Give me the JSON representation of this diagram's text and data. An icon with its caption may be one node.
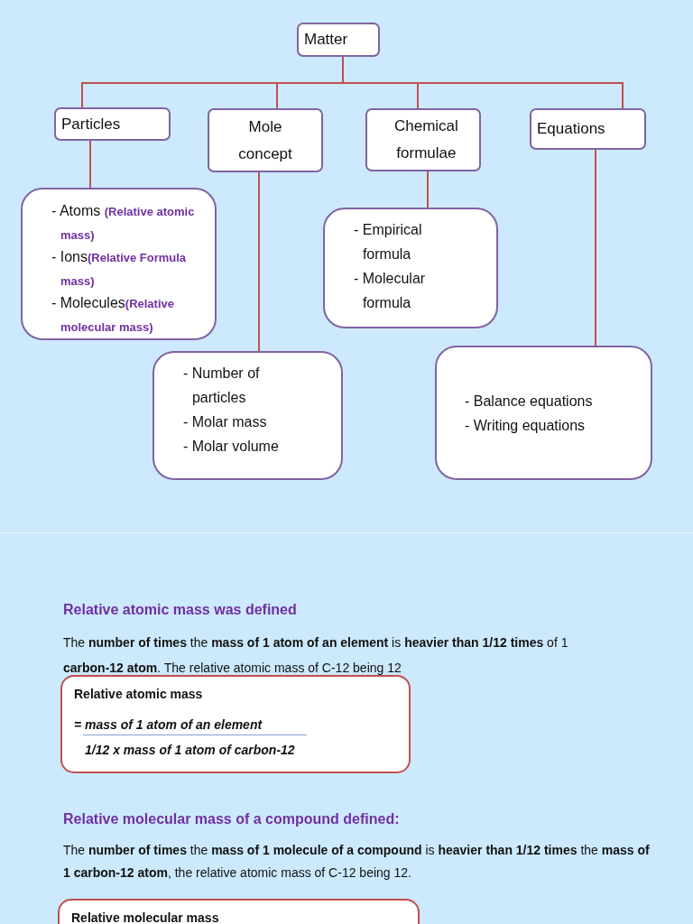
{
  "diagram": {
    "nodes": [
      {
        "text": [
          "Matter"
        ]
      },
      {
        "text": [
          "Particles"
        ]
      },
      {
        "text": [
          "Mole concept"
        ]
      },
      {
        "text": [
          "Chemical formulae"
        ]
      },
      {
        "text": [
          "Equations"
        ]
      },
      {
        "text": [
          "- Atoms **(Relative atomic mass)**",
          "- Ions**(Relative Formula mass)**",
          "- Molecules**(Relative molecular mass)**"
        ]
      },
      {
        "text": [
          "- Empirical formula",
          "- Molecular formula"
        ]
      },
      {
        "text": [
          "- Number of particles",
          "- Molar mass",
          "- Molar volume"
        ]
      },
      {
        "text": [
          "- Balance equations",
          "- Writing equations"
        ]
      },
      {
        "text": [
          "Relative atomic mass",
          "= mass of 1 atom of an element",
          "1/12 x mass of 1 atom of carbon-12"
        ]
      },
      {
        "text": [
          "Relative molecular mass"
        ]
      }
    ],
    "edges": [
      {
        "from": 0,
        "to": 1,
        "arrow": "none"
      },
      {
        "from": 0,
        "to": 2,
        "arrow": "none"
      },
      {
        "from": 0,
        "to": 3,
        "arrow": "none"
      },
      {
        "from": 0,
        "to": 4,
        "arrow": "none"
      },
      {
        "from": 1,
        "to": 5,
        "arrow": "none"
      },
      {
        "from": 2,
        "to": 7,
        "arrow": "none"
      },
      {
        "from": 3,
        "to": 6,
        "arrow": "none"
      },
      {
        "from": 4,
        "to": 8,
        "arrow": "none"
      }
    ],
    "labels": [
      "Relative atomic mass was defined",
      "The **number of times** the **mass of 1 atom of an element** is **heavier than 1/12 times** of 1 **carbon-12 atom**. The relative atomic mass of C-12 being 12",
      "Relative molecular mass of a compound defined:",
      "The **number of times** the **mass of 1 molecule of a compound** is **heavier than 1/12 times** the **mass of 1 carbon-12 atom**, the relative atomic mass of C-12 being 12."
    ]
  }
}
